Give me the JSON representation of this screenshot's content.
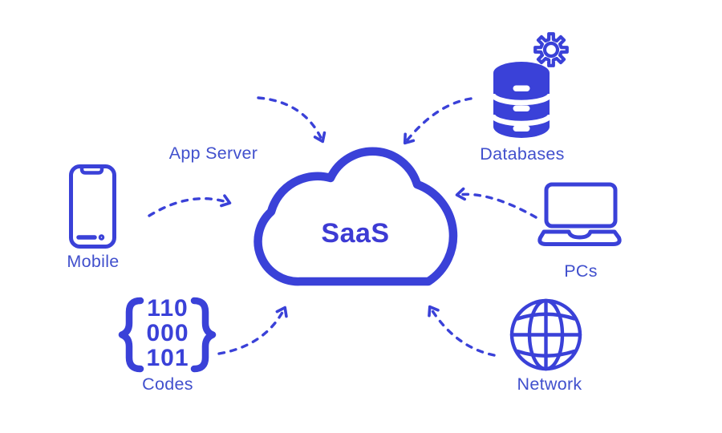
{
  "title": "SaaS concept diagram",
  "colors": {
    "primary_blue": "#3a41d8",
    "label_blue": "#4150cd",
    "background": "#ffffff"
  },
  "cloud": {
    "label": "SaaS"
  },
  "nodes": {
    "app_server": {
      "label": "App Server"
    },
    "databases": {
      "label": "Databases"
    },
    "mobile": {
      "label": "Mobile"
    },
    "pcs": {
      "label": "PCs"
    },
    "codes": {
      "label": "Codes",
      "lines": [
        "110",
        "000",
        "101"
      ]
    },
    "network": {
      "label": "Network"
    }
  },
  "icons": [
    "smartphone-icon",
    "database-icon",
    "gear-icon",
    "laptop-icon",
    "code-braces-icon",
    "globe-icon",
    "cloud-icon"
  ]
}
